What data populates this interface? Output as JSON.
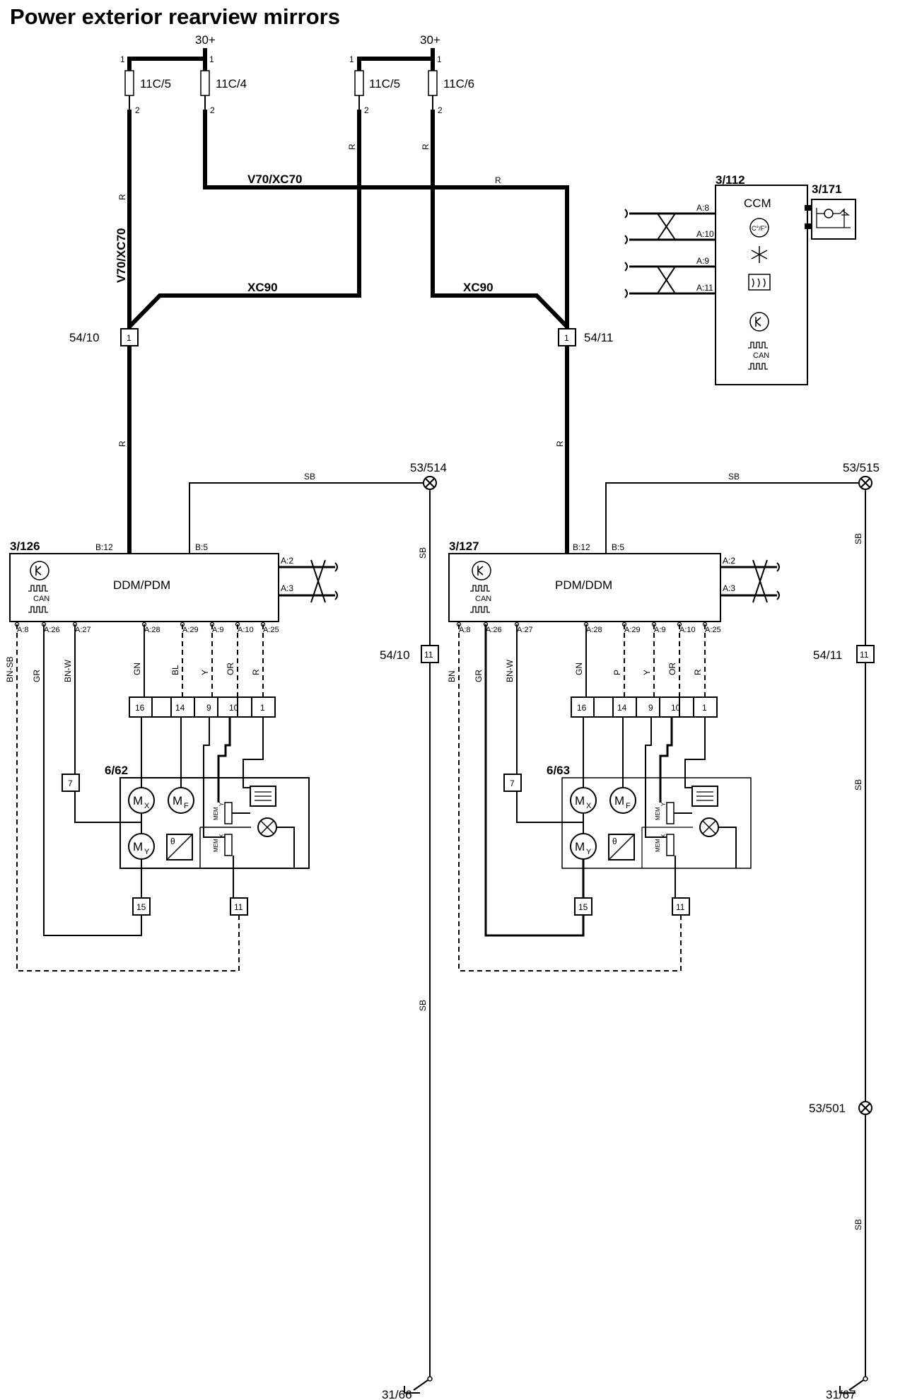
{
  "title": "Power exterior rearview mirrors",
  "supply": {
    "left": "30+",
    "right": "30+"
  },
  "fuses": [
    {
      "id": "11C/5",
      "pin_top": "1",
      "pin_bottom": "2"
    },
    {
      "id": "11C/4",
      "pin_top": "1",
      "pin_bottom": "2"
    },
    {
      "id": "11C/5",
      "pin_top": "1",
      "pin_bottom": "2"
    },
    {
      "id": "11C/6",
      "pin_top": "1",
      "pin_bottom": "2"
    }
  ],
  "wire_colors": {
    "red": "R",
    "sb": "SB"
  },
  "variants": {
    "v70": "V70/XC70",
    "xc90": "XC90"
  },
  "connectors": {
    "c54_10": {
      "id": "54/10",
      "pin_top": "1",
      "pin_bottom": "11"
    },
    "c54_11": {
      "id": "54/11",
      "pin_top": "1",
      "pin_bottom": "11"
    }
  },
  "grounds": {
    "g514": "53/514",
    "g515": "53/515",
    "g501": "53/501",
    "e31_66": "31/66",
    "e31_67": "31/67"
  },
  "ccm": {
    "id": "3/112",
    "name": "CCM",
    "unit_label": "C°/F°",
    "pins": [
      "A:8",
      "A:10",
      "A:9",
      "A:11"
    ],
    "sensor_id": "3/171"
  },
  "modules": [
    {
      "id": "3/126",
      "name": "DDM/PDM",
      "can": "CAN",
      "top_pins": [
        "B:12",
        "B:5"
      ],
      "side_pins": [
        "A:2",
        "A:3"
      ],
      "bottom_pins": [
        "A:8",
        "A:26",
        "A:27",
        "A:28",
        "A:29",
        "A:9",
        "A:10",
        "A:25"
      ],
      "wires": [
        "BN-SB",
        "GR",
        "BN-W",
        "GN",
        "BL",
        "Y",
        "OR",
        "R"
      ],
      "mirror": "6/62"
    },
    {
      "id": "3/127",
      "name": "PDM/DDM",
      "can": "CAN",
      "top_pins": [
        "B:12",
        "B:5"
      ],
      "side_pins": [
        "A:2",
        "A:3"
      ],
      "bottom_pins": [
        "A:8",
        "A:26",
        "A:27",
        "A:28",
        "A:29",
        "A:9",
        "A:10",
        "A:25"
      ],
      "wires": [
        "BN",
        "GR",
        "BN-W",
        "GN",
        "P",
        "Y",
        "OR",
        "R"
      ],
      "mirror": "6/63"
    }
  ],
  "mirror_connector": {
    "pins": [
      "16",
      "14",
      "9",
      "10",
      "1"
    ],
    "p7": "7",
    "p15": "15",
    "p11": "11"
  },
  "mirror_parts": {
    "mx": "M",
    "mx_sub": "X",
    "mf": "M",
    "mf_sub": "F",
    "my": "M",
    "my_sub": "Y",
    "mem": "MEM",
    "mem_y": "Y",
    "mem_x": "X",
    "theta": "θ"
  }
}
